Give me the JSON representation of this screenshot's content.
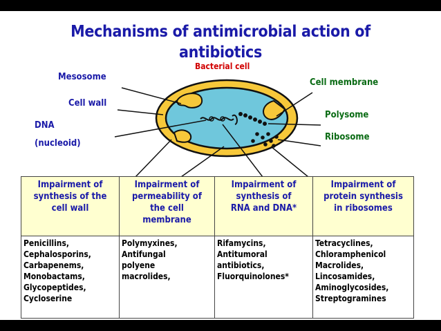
{
  "title": {
    "line1": "Mechanisms of antimicrobial action of",
    "line2": "antibiotics"
  },
  "diagram": {
    "cell_label": "Bacterial cell",
    "labels": {
      "mesosome": "Mesosome",
      "cell_wall": "Cell wall",
      "dna_line1": "DNA",
      "dna_line2": "(nucleoid)",
      "cell_membrane": "Cell membrane",
      "polysome": "Polysome",
      "ribosome": "Ribosome"
    },
    "colors": {
      "title": "#1a1aa8",
      "label_blue": "#1a1aa8",
      "label_green": "#0a6b14",
      "label_red": "#d10000",
      "cell_wall": "#f7c83a",
      "cytoplasm": "#6fc7dc",
      "header_fill": "#ffffd0"
    }
  },
  "table": {
    "columns": [
      {
        "header": [
          "Impairment of",
          "synthesis of the",
          "cell wall"
        ],
        "drugs": [
          "Penicillins,",
          "Cephalosporins,",
          "Carbapenems,",
          "Monobactams,",
          "Glycopeptides,",
          "Cycloserine"
        ]
      },
      {
        "header": [
          "Impairment of",
          "permeability of",
          "the cell",
          "membrane"
        ],
        "drugs": [
          "Polymyxines,",
          "Antifungal",
          "polyene",
          "macrolides,"
        ]
      },
      {
        "header": [
          "Impairment of",
          "synthesis of",
          "RNA and DNA*"
        ],
        "drugs": [
          "Rifamycins,",
          "Antitumoral",
          "antibiotics,",
          "Fluorquinolones*"
        ]
      },
      {
        "header": [
          "Impairment of",
          "protein synthesis",
          "in ribosomes"
        ],
        "drugs": [
          "Tetracyclines,",
          "Chloramphenicol",
          "Macrolides,",
          "Lincosamides,",
          "Aminoglycosides,",
          "Streptogramines"
        ]
      }
    ]
  }
}
